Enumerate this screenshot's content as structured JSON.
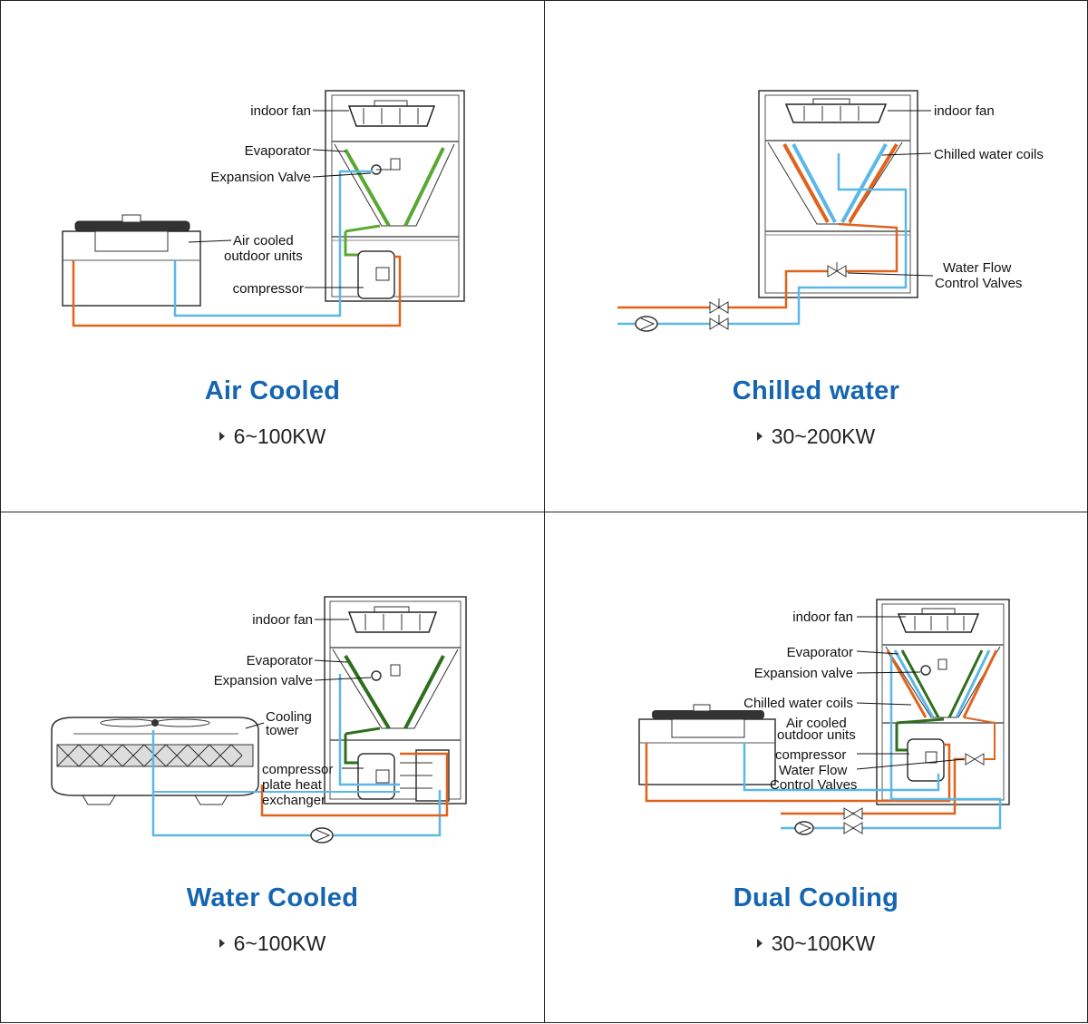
{
  "panels": [
    {
      "title": "Air Cooled",
      "range": "6~100KW",
      "labels": {
        "indoor_fan": "indoor fan",
        "evaporator": "Evaporator",
        "expansion_valve": "Expansion Valve",
        "air_cooled_1": "Air cooled",
        "air_cooled_2": "outdoor units",
        "compressor": "compressor"
      }
    },
    {
      "title": "Chilled water",
      "range": "30~200KW",
      "labels": {
        "indoor_fan": "indoor fan",
        "chilled_coils": "Chilled water coils",
        "water_flow_1": "Water Flow",
        "water_flow_2": "Control Valves"
      }
    },
    {
      "title": "Water Cooled",
      "range": "6~100KW",
      "labels": {
        "indoor_fan": "indoor fan",
        "evaporator": "Evaporator",
        "expansion_valve": "Expansion valve",
        "cooling_1": "Cooling",
        "cooling_2": "tower",
        "compressor": "compressor",
        "plate_1": "plate heat",
        "plate_2": "exchanger"
      }
    },
    {
      "title": "Dual Cooling",
      "range": "30~100KW",
      "labels": {
        "indoor_fan": "indoor fan",
        "evaporator": "Evaporator",
        "expansion_valve": "Expansion valve",
        "chilled_coils": "Chilled water coils",
        "air_cooled_1": "Air cooled",
        "air_cooled_2": "outdoor units",
        "compressor": "compressor",
        "water_flow_1": "Water Flow",
        "water_flow_2": "Control Valves"
      }
    }
  ],
  "colors": {
    "title": "#1565b0",
    "hot_pipe": "#e0621c",
    "cold_pipe": "#5bb7e8",
    "refrigerant": "#5aa832",
    "dark_refrigerant": "#2f6e1c",
    "outline": "#333333"
  },
  "icons": [
    "triangle-bullet-icon",
    "indoor-fan-icon",
    "compressor-icon",
    "expansion-valve-icon",
    "pump-icon",
    "valve-icon"
  ]
}
